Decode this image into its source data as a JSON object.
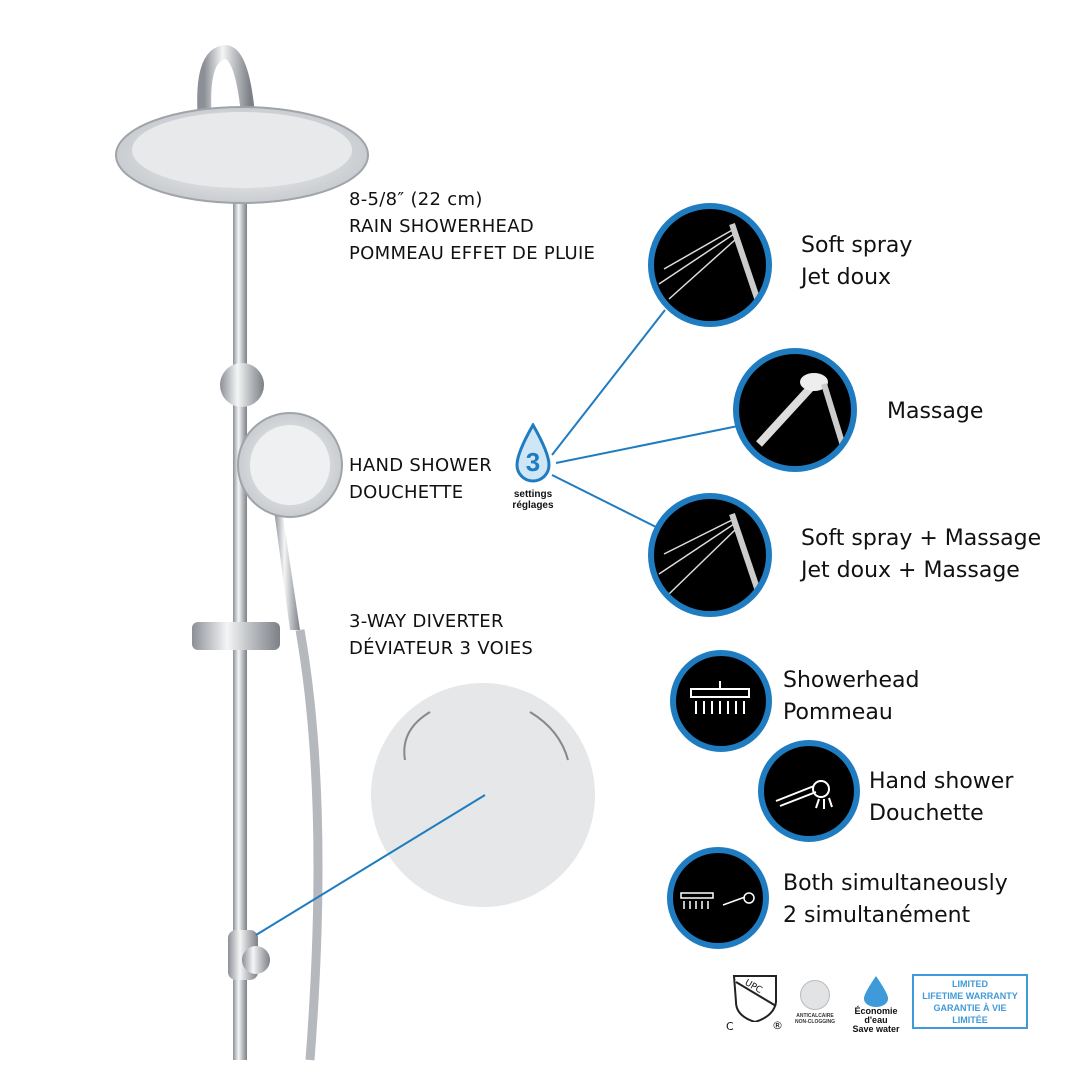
{
  "rain_head": {
    "line1": "8-5/8″ (22 cm)",
    "line2": "RAIN SHOWERHEAD",
    "line3": "POMMEAU EFFET DE PLUIE"
  },
  "hand_shower": {
    "line1": "HAND SHOWER",
    "line2": "DOUCHETTE"
  },
  "diverter": {
    "line1": "3-WAY DIVERTER",
    "line2": "DÉVIATEUR 3 VOIES"
  },
  "settings_drop": {
    "number": "3",
    "line1": "settings",
    "line2": "réglages"
  },
  "spray_modes": [
    {
      "line1": "Soft spray",
      "line2": "Jet doux"
    },
    {
      "line1": "Massage",
      "line2": ""
    },
    {
      "line1": "Soft spray + Massage",
      "line2": "Jet doux + Massage"
    }
  ],
  "diverter_modes": [
    {
      "line1": "Showerhead",
      "line2": "Pommeau"
    },
    {
      "line1": "Hand shower",
      "line2": "Douchette"
    },
    {
      "line1": "Both simultaneously",
      "line2": "2 simultanément"
    }
  ],
  "badges": {
    "upc": {
      "text": "UPC",
      "c": "C",
      "r": "®"
    },
    "anticalcaire": {
      "line1": "ANTICALCAIRE",
      "line2": "NON-CLOGGING"
    },
    "water": {
      "line1": "Économie",
      "line2": "d'eau",
      "line3": "Save water"
    },
    "warranty": {
      "line1": "LIMITED",
      "line2": "LIFETIME WARRANTY",
      "line3": "GARANTIE À VIE",
      "line4": "LIMITÉE"
    }
  },
  "colors": {
    "accent": "#1f7cc0",
    "chrome": "#c8cbcf"
  }
}
